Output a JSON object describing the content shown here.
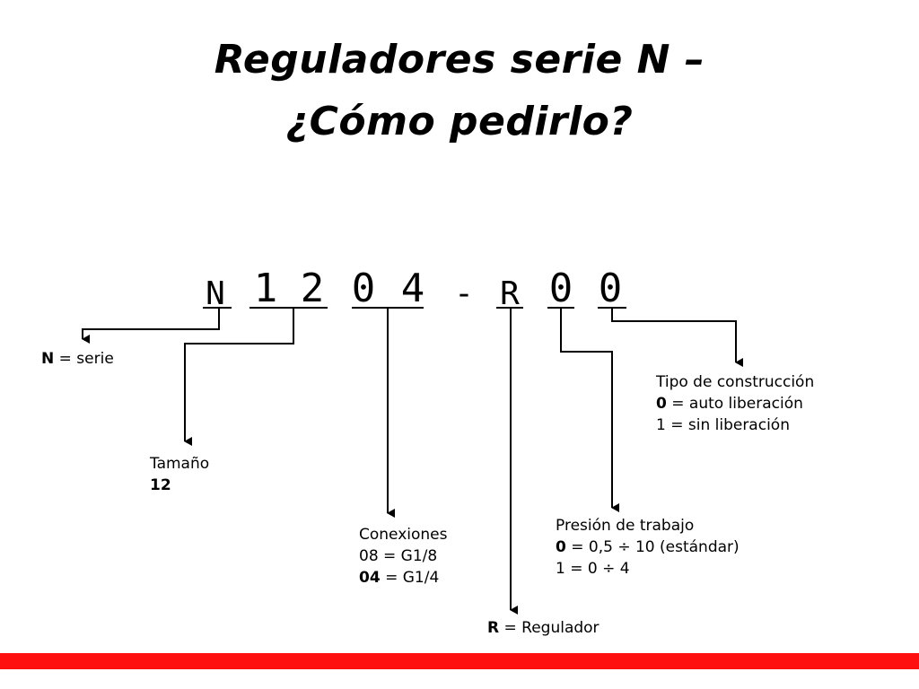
{
  "slide": {
    "title_line1": "Reguladores serie N –",
    "title_line2": "¿Cómo pedirlo?",
    "accent_color": "#ff1010"
  },
  "code": {
    "chars": [
      "N",
      "1",
      "2",
      "0",
      "4",
      "-",
      "R",
      "0",
      "0"
    ]
  },
  "annotations": {
    "serie": {
      "key": "N",
      "text": " = serie"
    },
    "tamano": {
      "heading": "Tamaño",
      "value": "12"
    },
    "conexiones": {
      "heading": "Conexiones",
      "line1": "08 = G1/8",
      "line2_key": "04",
      "line2_text": " = G1/4"
    },
    "regulador": {
      "key": "R",
      "text": " = Regulador"
    },
    "presion": {
      "heading": "Presión de trabajo",
      "line1_key": "0",
      "line1_text": " = 0,5 ÷ 10 (estándar)",
      "line2": "1 = 0 ÷ 4"
    },
    "construccion": {
      "heading": "Tipo de construcción",
      "line1_key": "0",
      "line1_text": " = auto liberación",
      "line2": "1 = sin liberación"
    }
  }
}
